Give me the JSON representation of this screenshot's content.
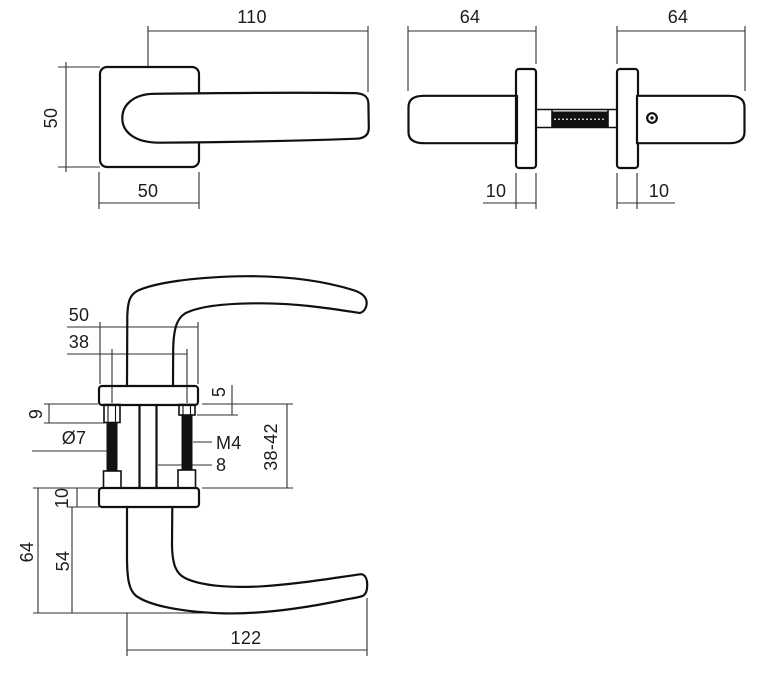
{
  "drawing": {
    "front_view": {
      "dims": {
        "lever_length": "110",
        "rosette_height": "50",
        "rosette_width": "50"
      }
    },
    "side_view": {
      "dims": {
        "left_depth": "64",
        "right_depth": "64",
        "left_rosette_thickness": "10",
        "right_rosette_thickness": "10"
      }
    },
    "section_view": {
      "dims": {
        "rosette_width": "50",
        "screw_spacing": "38",
        "left_screw_head_height": "9",
        "screw_diameter": "Ø7",
        "spindle_thread": "M4",
        "spindle_width": "8",
        "right_screw_head_height": "5",
        "door_thickness_range": "38-42",
        "rosette_thickness": "10",
        "total_height": "64",
        "lever_offset": "54",
        "lever_length": "122"
      }
    }
  }
}
